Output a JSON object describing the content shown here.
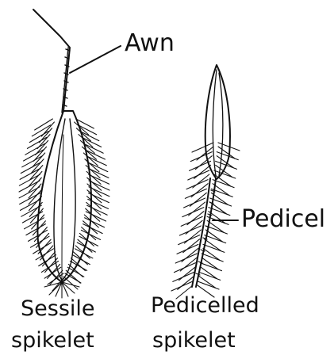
{
  "labels": {
    "awn": "Awn",
    "pedicel": "Pedicel",
    "sessile_line1": "Sessile",
    "sessile_line2": "spikelet",
    "pedicelled_line1": "Pedicelled",
    "pedicelled_line2": "spikelet"
  },
  "colors": {
    "ink": "#111111",
    "background": "#ffffff"
  }
}
